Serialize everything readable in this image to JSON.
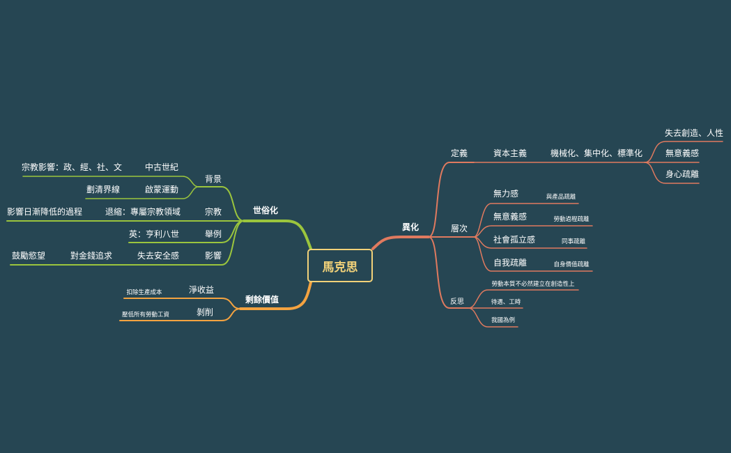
{
  "colors": {
    "background": "#264653",
    "center": "#f2d279",
    "alienation": "#e07a5f",
    "secularization": "#9bc53d",
    "surplus": "#f4a340"
  },
  "center": {
    "label": "馬克思"
  },
  "branches": {
    "alienation": {
      "label": "異化",
      "definition": {
        "label": "定義",
        "capitalism": "資本主義",
        "mechanization": "機械化、集中化、標準化",
        "lose_creativity": "失去創造、人性",
        "meaninglessness": "無意義感",
        "body_mind": "身心疏離"
      },
      "levels": {
        "label": "層次",
        "items": [
          {
            "label": "無力感",
            "note": "與產品疏離"
          },
          {
            "label": "無意義感",
            "note": "勞動過程疏離"
          },
          {
            "label": "社會孤立感",
            "note": "同事疏離"
          },
          {
            "label": "自我疏離",
            "note": "自身價值疏離"
          }
        ]
      },
      "reflection": {
        "label": "反思",
        "items": [
          "勞動本質不必然建立在創造性上",
          "待遇、工時",
          "我國為例"
        ]
      }
    },
    "secularization": {
      "label": "世俗化",
      "background": {
        "label": "背景",
        "middle_ages": "中古世紀",
        "religion_influence": "宗教影響：政、經、社、文",
        "enlightenment": "啟蒙運動",
        "boundary": "劃清界線"
      },
      "religion": {
        "label": "宗教",
        "retreat": "退縮：專屬宗教領域",
        "decline": "影響日漸降低的過程"
      },
      "example": {
        "label": "舉例",
        "henry": "英：亨利八世"
      },
      "impact": {
        "label": "影響",
        "insecurity": "失去安全感",
        "money": "對金錢追求",
        "desire": "鼓勵慾望"
      }
    },
    "surplus": {
      "label": "剩餘價值",
      "net_profit": {
        "label": "淨收益",
        "note": "扣除生產成本"
      },
      "exploitation": {
        "label": "剝削",
        "note": "壓低所有勞動工資"
      }
    }
  }
}
